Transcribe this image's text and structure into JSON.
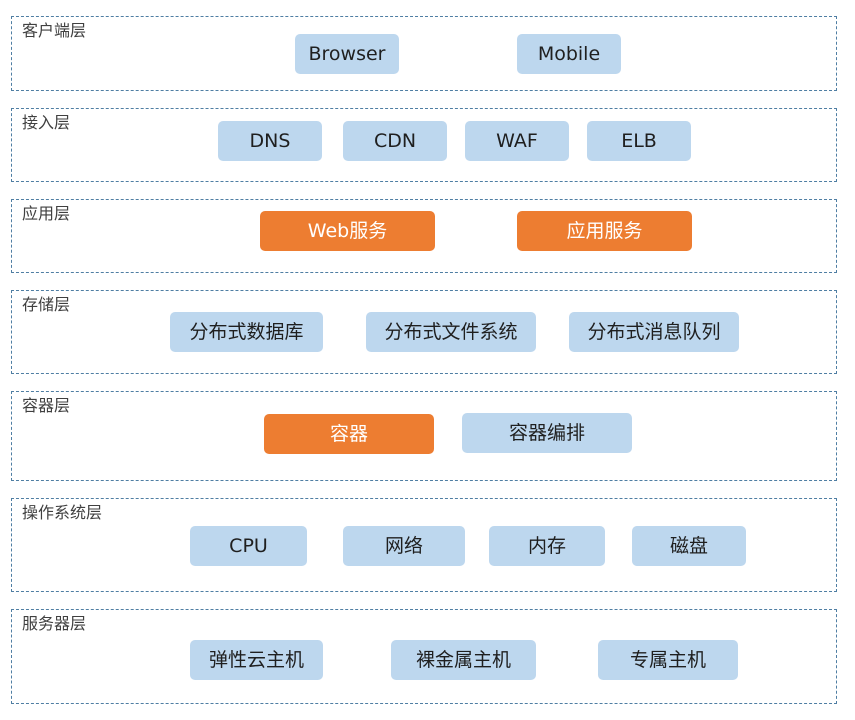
{
  "colors": {
    "component_blue": "#bdd7ee",
    "component_orange": "#ed7d31",
    "layer_border": "#4f7ea3"
  },
  "layers": [
    {
      "label": "客户端层",
      "items": [
        {
          "text": "Browser",
          "style": "blue"
        },
        {
          "text": "Mobile",
          "style": "blue"
        }
      ]
    },
    {
      "label": "接入层",
      "items": [
        {
          "text": "DNS",
          "style": "blue"
        },
        {
          "text": "CDN",
          "style": "blue"
        },
        {
          "text": "WAF",
          "style": "blue"
        },
        {
          "text": "ELB",
          "style": "blue"
        }
      ]
    },
    {
      "label": "应用层",
      "items": [
        {
          "text": "Web服务",
          "style": "orange"
        },
        {
          "text": "应用服务",
          "style": "orange"
        }
      ]
    },
    {
      "label": "存储层",
      "items": [
        {
          "text": "分布式数据库",
          "style": "blue"
        },
        {
          "text": "分布式文件系统",
          "style": "blue"
        },
        {
          "text": "分布式消息队列",
          "style": "blue"
        }
      ]
    },
    {
      "label": "容器层",
      "items": [
        {
          "text": "容器",
          "style": "orange"
        },
        {
          "text": "容器编排",
          "style": "blue"
        }
      ]
    },
    {
      "label": "操作系统层",
      "items": [
        {
          "text": "CPU",
          "style": "blue"
        },
        {
          "text": "网络",
          "style": "blue"
        },
        {
          "text": "内存",
          "style": "blue"
        },
        {
          "text": "磁盘",
          "style": "blue"
        }
      ]
    },
    {
      "label": "服务器层",
      "items": [
        {
          "text": "弹性云主机",
          "style": "blue"
        },
        {
          "text": "裸金属主机",
          "style": "blue"
        },
        {
          "text": "专属主机",
          "style": "blue"
        }
      ]
    }
  ]
}
